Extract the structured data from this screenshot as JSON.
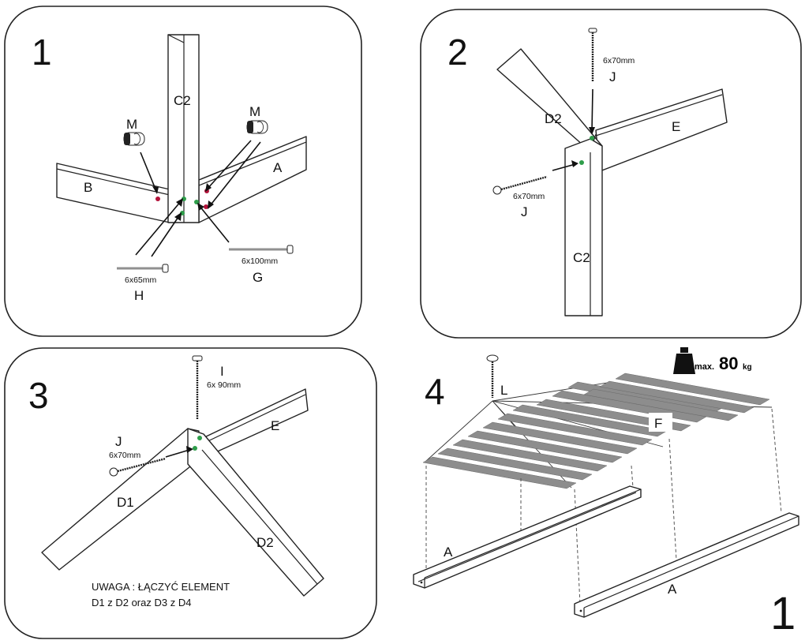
{
  "panels": [
    {
      "number": "1",
      "labels": {
        "c2": "C2",
        "b": "B",
        "a": "A",
        "m1": "M",
        "m2": "M",
        "h": "H",
        "g": "G"
      },
      "sizes": {
        "h": "6x65mm",
        "g": "6x100mm"
      }
    },
    {
      "number": "2",
      "labels": {
        "d2": "D2",
        "e": "E",
        "c2": "C2",
        "j_top": "J",
        "j_left": "J"
      },
      "sizes": {
        "j_top": "6x70mm",
        "j_left": "6x70mm"
      }
    },
    {
      "number": "3",
      "labels": {
        "i": "I",
        "j": "J",
        "e": "E",
        "d1": "D1",
        "d2": "D2"
      },
      "sizes": {
        "i": "6x 90mm",
        "j": "6x70mm"
      },
      "note": {
        "line1": "UWAGA : ŁĄCZYĆ ELEMENT",
        "line2": "D1 z D2 oraz D3 z D4"
      }
    },
    {
      "number": "4",
      "labels": {
        "l": "L",
        "f": "F",
        "a_left": "A",
        "a_right": "A"
      },
      "weight": {
        "prefix": "max.",
        "value": "80",
        "unit": "kg"
      }
    }
  ],
  "corner_number": "1",
  "colors": {
    "green_marker": "#2e9e4a",
    "red_marker": "#b3123a",
    "slat_fill": "#8d8d8d"
  },
  "icons": [
    "screw-icon",
    "bolt-icon",
    "barrel-nut-icon",
    "weight-icon"
  ]
}
